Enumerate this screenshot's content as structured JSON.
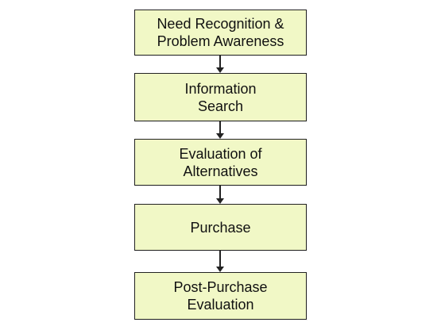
{
  "diagram": {
    "steps": [
      {
        "label": "Need Recognition &\nProblem Awareness"
      },
      {
        "label": "Information\nSearch"
      },
      {
        "label": "Evaluation of\nAlternatives"
      },
      {
        "label": "Purchase"
      },
      {
        "label": "Post-Purchase\nEvaluation"
      }
    ],
    "colors": {
      "box_fill": "#f1f8c6",
      "box_border": "#222222",
      "arrow": "#222222",
      "text": "#111111"
    }
  }
}
